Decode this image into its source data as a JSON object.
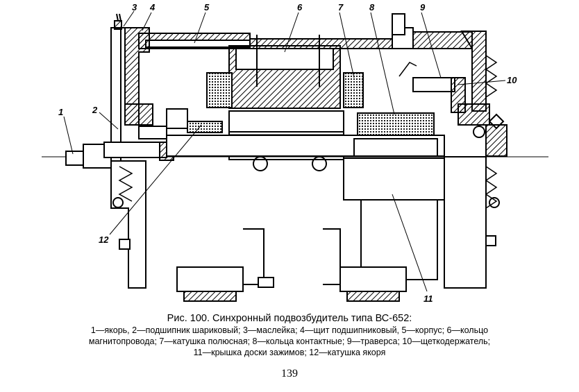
{
  "figure": {
    "callouts": [
      "1",
      "2",
      "3",
      "4",
      "5",
      "6",
      "7",
      "8",
      "9",
      "10",
      "11",
      "12"
    ]
  },
  "caption": {
    "title": "Рис. 100. Синхронный подвозбудитель типа ВС-652:",
    "lines": [
      "1—якорь, 2—подшипник шариковый; 3—маслейка; 4—щит подшипниковый, 5—корпус; 6—кольцо",
      "магнитопровода; 7—катушка полюсная; 8—кольца контактные; 9—траверса; 10—щеткодержатель;",
      "11—крышка доски зажимов; 12—катушка якоря"
    ]
  },
  "page_number": "139"
}
